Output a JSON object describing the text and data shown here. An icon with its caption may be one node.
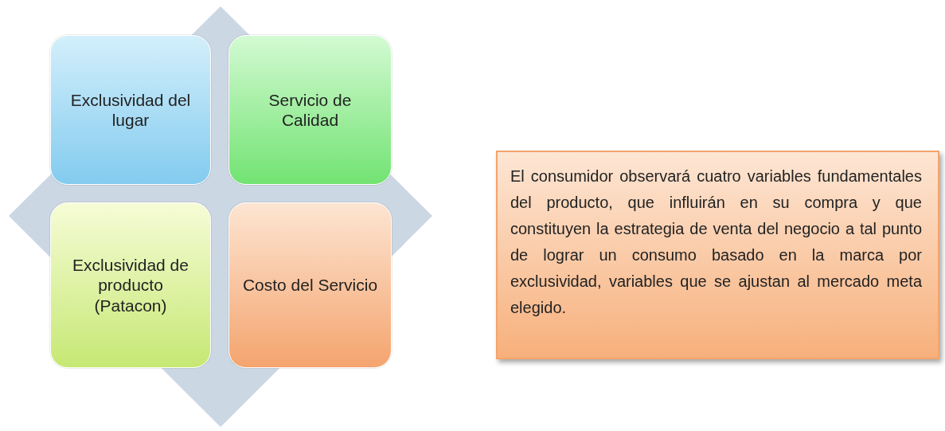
{
  "diagram": {
    "nodes": [
      {
        "text": [
          "Exclusividad del lugar"
        ]
      },
      {
        "text": [
          "Servicio de Calidad"
        ]
      },
      {
        "text": [
          "Exclusividad de producto (Patacon)"
        ]
      },
      {
        "text": [
          "Costo del Servicio"
        ]
      },
      {
        "text": [
          "El consumidor observará cuatro variables fundamentales del producto, que influirán en su compra y que constituyen la estrategia de venta del negocio a tal punto de lograr un consumo basado en la marca por exclusividad, variables que se ajustan al mercado meta elegido."
        ]
      }
    ],
    "edges": []
  }
}
